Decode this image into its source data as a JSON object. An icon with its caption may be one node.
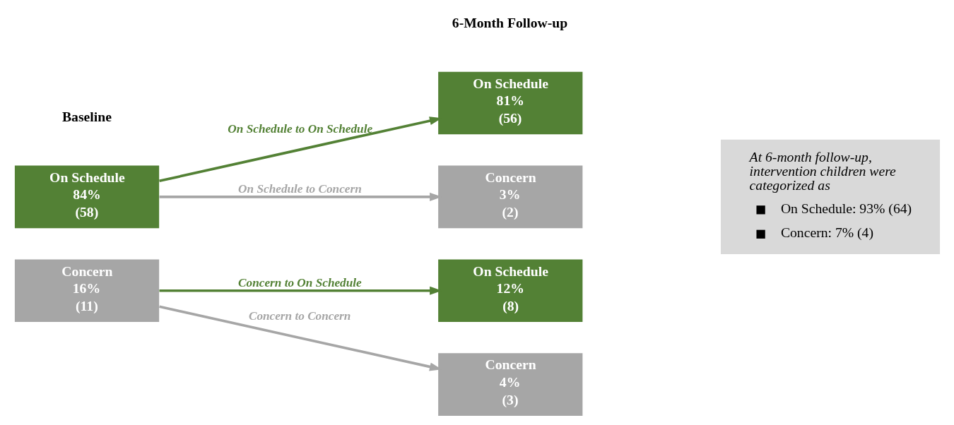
{
  "diagram": {
    "nodes": [
      {
        "text": [
          "On Schedule",
          "84%",
          "(58)"
        ]
      },
      {
        "text": [
          "Concern",
          "16%",
          "(11)"
        ]
      },
      {
        "text": [
          "On Schedule",
          "81%",
          "(56)"
        ]
      },
      {
        "text": [
          "Concern",
          "3%",
          "(2)"
        ]
      },
      {
        "text": [
          "On Schedule",
          "12%",
          "(8)"
        ]
      },
      {
        "text": [
          "Concern",
          "4%",
          "(3)"
        ]
      },
      {
        "text": [
          "At 6-month follow-up, intervention children were categorized as",
          "On Schedule: 93% (64)",
          "Concern: 7% (4)"
        ]
      }
    ],
    "edges": [
      {
        "from": 0,
        "to": 2,
        "arrow": "to",
        "label": "On Schedule to On Schedule",
        "color": "#538135"
      },
      {
        "from": 0,
        "to": 3,
        "arrow": "to",
        "label": "On Schedule to Concern",
        "color": "#a6a6a6"
      },
      {
        "from": 1,
        "to": 4,
        "arrow": "to",
        "label": "Concern to On Schedule",
        "color": "#538135"
      },
      {
        "from": 1,
        "to": 5,
        "arrow": "to",
        "label": "Concern to Concern",
        "color": "#a6a6a6"
      }
    ],
    "labels": [
      "Baseline",
      "6-Month Follow-up"
    ]
  }
}
